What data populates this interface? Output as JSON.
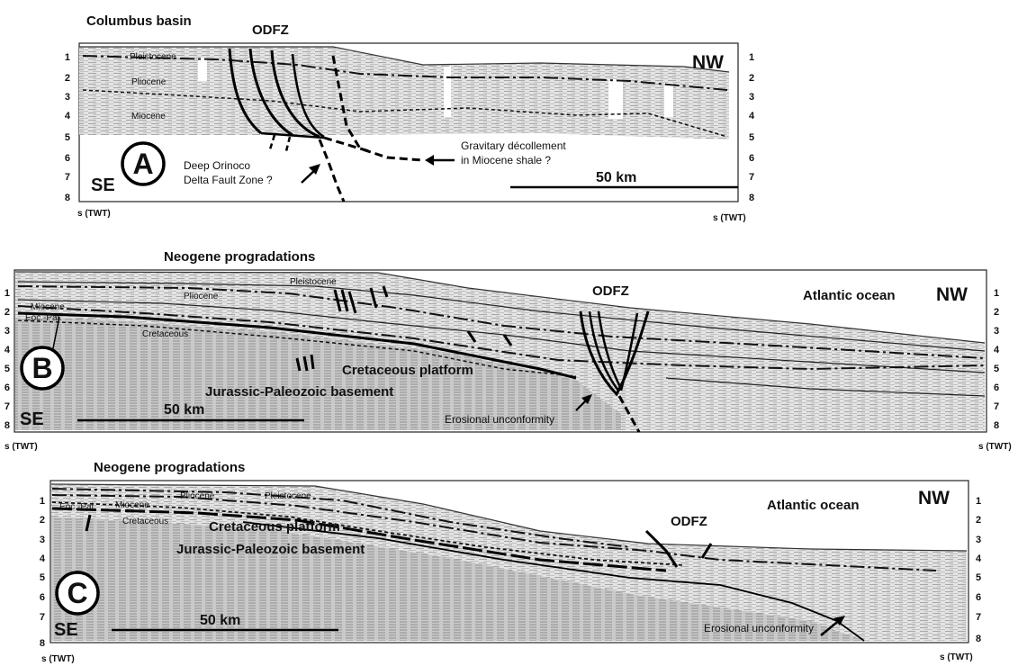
{
  "panel_a": {
    "title": "Columbus basin",
    "odfz": "ODFZ",
    "nw": "NW",
    "se": "SE",
    "letter": "A",
    "units": [
      "Pleistocene",
      "Pliocene",
      "Miocene"
    ],
    "annotation_1_line1": "Deep Orinoco",
    "annotation_1_line2": "Delta Fault Zone ?",
    "annotation_2_line1": "Gravitary décollement",
    "annotation_2_line2": "in Miocene shale ?",
    "scale": "50 km",
    "axis_unit_left": "s (TWT)",
    "axis_unit_right": "s (TWT)",
    "ticks": [
      "1",
      "2",
      "3",
      "4",
      "5",
      "6",
      "7",
      "8"
    ]
  },
  "panel_b": {
    "title": "Neogene progradations",
    "odfz": "ODFZ",
    "ocean": "Atlantic ocean",
    "nw": "NW",
    "se": "SE",
    "letter": "B",
    "units": [
      "Pleistocene",
      "Pliocene",
      "Miocene",
      "Eoc.-Pal.",
      "Cretaceous"
    ],
    "platform": "Cretaceous platform",
    "basement": "Jurassic-Paleozoic basement",
    "unconformity": "Erosional unconformity",
    "scale": "50 km",
    "axis_unit_left": "s (TWT)",
    "axis_unit_right": "s (TWT)",
    "ticks": [
      "1",
      "2",
      "3",
      "4",
      "5",
      "6",
      "7",
      "8"
    ]
  },
  "panel_c": {
    "title": "Neogene progradations",
    "odfz": "ODFZ",
    "ocean": "Atlantic ocean",
    "nw": "NW",
    "se": "SE",
    "letter": "C",
    "units": [
      "Pliocene",
      "Pleistocene",
      "Miocene",
      "Eoc.-Pal.",
      "Cretaceous"
    ],
    "platform": "Cretaceous platform",
    "basement": "Jurassic-Paleozoic basement",
    "unconformity": "Erosional unconformity",
    "scale": "50 km",
    "axis_unit_left": "s (TWT)",
    "axis_unit_right": "s (TWT)",
    "ticks": [
      "1",
      "2",
      "3",
      "4",
      "5",
      "6",
      "7",
      "8"
    ]
  }
}
